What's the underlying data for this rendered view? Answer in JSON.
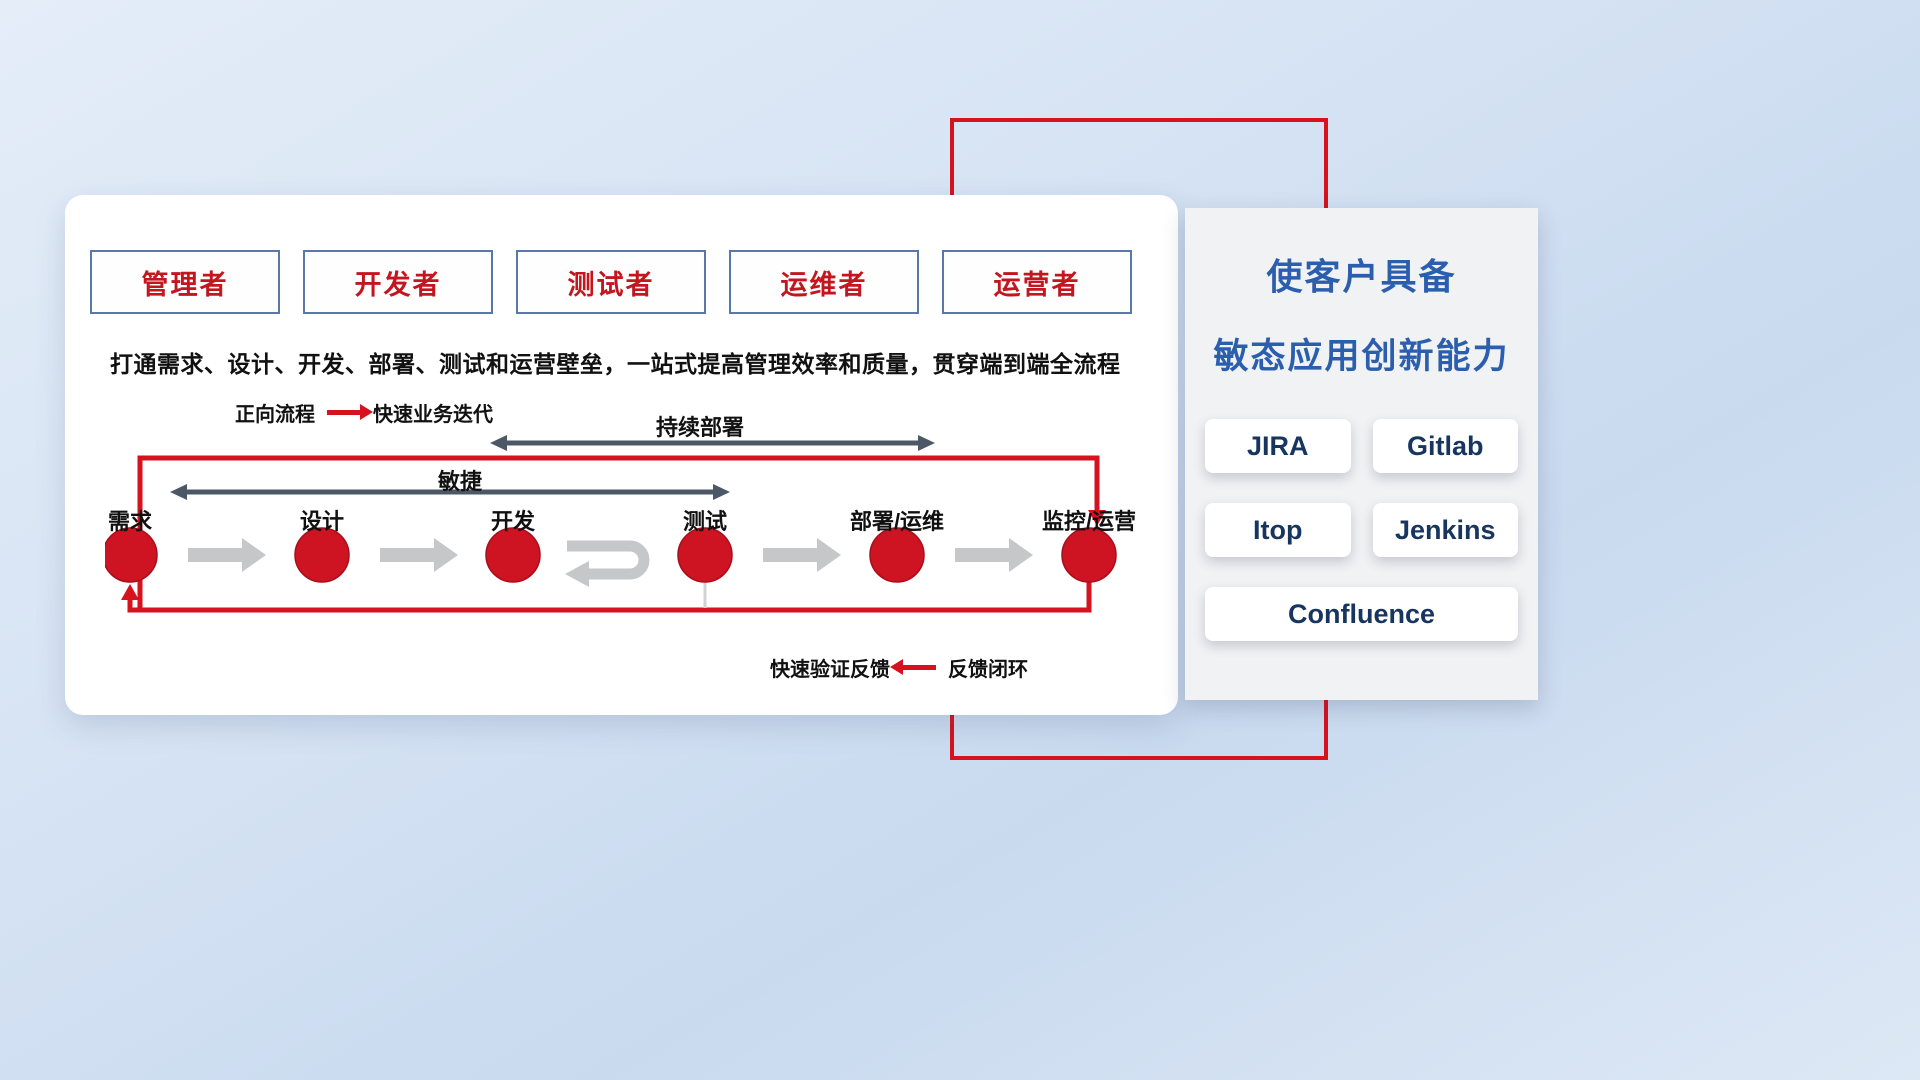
{
  "main_panel": {
    "roles": [
      {
        "label": "管理者"
      },
      {
        "label": "开发者"
      },
      {
        "label": "测试者"
      },
      {
        "label": "运维者"
      },
      {
        "label": "运营者"
      }
    ],
    "description": "打通需求、设计、开发、部署、测试和运营壁垒，一站式提高管理效率和质量，贯穿端到端全流程",
    "legend_forward": {
      "label": "正向流程",
      "value": "快速业务迭代"
    },
    "flow": {
      "cd_label": "持续部署",
      "agile_label": "敏捷",
      "stages": [
        {
          "label": "需求"
        },
        {
          "label": "设计"
        },
        {
          "label": "开发"
        },
        {
          "label": "测试"
        },
        {
          "label": "部署/运维"
        },
        {
          "label": "监控/运营"
        }
      ]
    },
    "legend_feedback": {
      "label": "快速验证反馈",
      "value": "反馈闭环"
    }
  },
  "right_panel": {
    "title_line1": "使客户具备",
    "title_line2": "敏态应用创新能力",
    "tools": [
      {
        "label": "JIRA"
      },
      {
        "label": "Gitlab"
      },
      {
        "label": "Itop"
      },
      {
        "label": "Jenkins"
      },
      {
        "label": "Confluence"
      }
    ]
  },
  "colors": {
    "accent_red": "#d5121e",
    "role_text_red": "#c4161f",
    "role_border_blue": "#5977a8",
    "title_blue": "#2b5fae",
    "tool_text_navy": "#17355f",
    "dark_arrow_gray": "#4d5866",
    "light_arrow_gray": "#c5c7c9"
  }
}
